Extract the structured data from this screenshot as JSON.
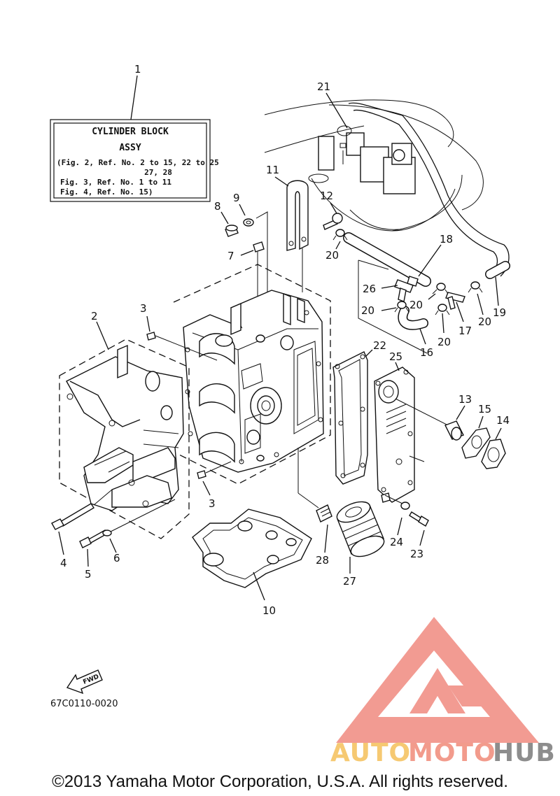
{
  "info_box": {
    "title": "CYLINDER BLOCK",
    "subtitle": "ASSY",
    "line1": "(Fig. 2, Ref. No. 2 to 15, 22 to 25",
    "line2": "27, 28",
    "line3": "Fig. 3, Ref. No. 1 to 11",
    "line4": "Fig. 4, Ref. No. 15)"
  },
  "callouts": {
    "c1": "1",
    "c2": "2",
    "c3a": "3",
    "c3b": "3",
    "c4": "4",
    "c5": "5",
    "c6": "6",
    "c7": "7",
    "c8": "8",
    "c9": "9",
    "c10": "10",
    "c11": "11",
    "c12": "12",
    "c13": "13",
    "c14": "14",
    "c15": "15",
    "c16": "16",
    "c17": "17",
    "c18": "18",
    "c19": "19",
    "c20a": "20",
    "c20b": "20",
    "c20c": "20",
    "c20d": "20",
    "c20e": "20",
    "c21": "21",
    "c22": "22",
    "c23": "23",
    "c24": "24",
    "c25": "25",
    "c26": "26",
    "c27": "27",
    "c28": "28"
  },
  "fwd_label": "FWD",
  "diagram_code": "67C0110-0020",
  "watermark": {
    "part1": "AUTO",
    "part2": "MOTO",
    "part3": "HUB",
    "color1": "#f5c05a",
    "color2": "#f08a78",
    "color3": "#7a7a7a",
    "logo_color": "#f08a80"
  },
  "copyright": "©2013 Yamaha Motor Corporation, U.S.A. All rights reserved."
}
